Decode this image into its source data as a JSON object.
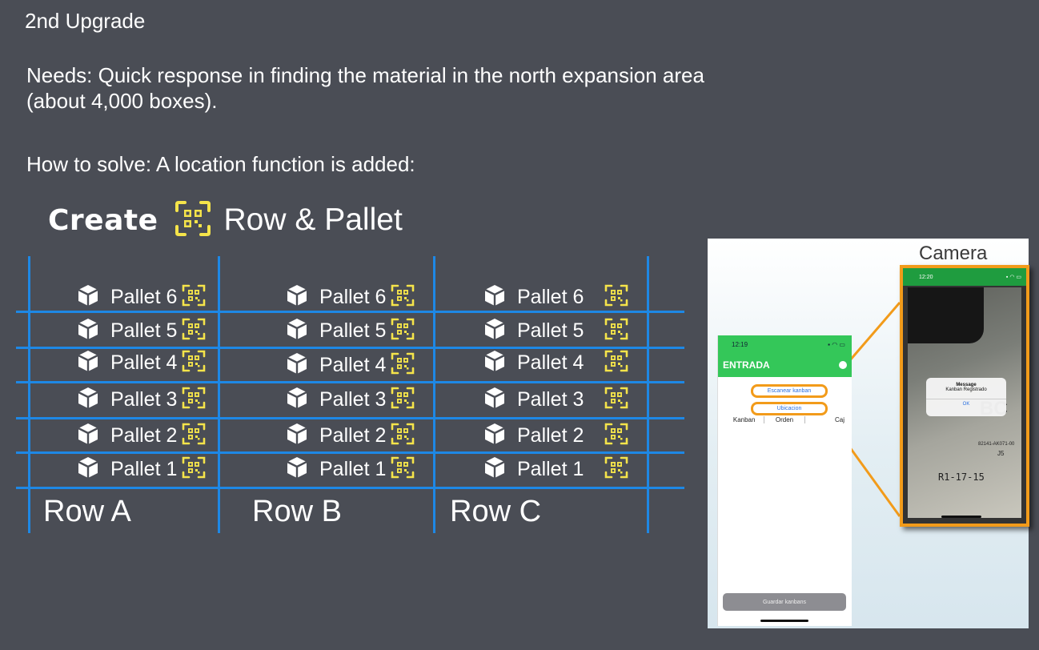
{
  "slide": {
    "title": "2nd Upgrade",
    "needs": "Needs: Quick response in finding the material in the north expansion area (about 4,000 boxes).",
    "how": "How to solve: A location function is added:"
  },
  "header": {
    "bold": "Create",
    "rest": "Row & Pallet",
    "icon": "qr-scan-icon",
    "icon_color": "#f5e44a"
  },
  "grid": {
    "line_color": "#1e88e5",
    "rows": [
      {
        "label": "Row A",
        "pallets": [
          "Pallet 6",
          "Pallet 5",
          "Pallet 4",
          "Pallet 3",
          "Pallet 2",
          "Pallet 1"
        ]
      },
      {
        "label": "Row B",
        "pallets": [
          "Pallet 6",
          "Pallet 5",
          "Pallet 4",
          "Pallet 3",
          "Pallet 2",
          "Pallet 1"
        ]
      },
      {
        "label": "Row C",
        "pallets": [
          "Pallet 6",
          "Pallet 5",
          "Pallet 4",
          "Pallet 3",
          "Pallet 2",
          "Pallet 1"
        ]
      }
    ],
    "box_icon": "box-icon"
  },
  "camera": {
    "label": "Camera",
    "time": "12:20",
    "message_title": "Message",
    "message_body": "Kanban Registrado",
    "message_ok": "OK",
    "part_number": "82141-AK071-00",
    "part_code": "J5",
    "location_label": "R1-17-15",
    "partial_text": "BC"
  },
  "app": {
    "time": "12:19",
    "title": "ENTRADA",
    "scan_button": "Escanear kanban",
    "location_button": "Ubicacion",
    "columns": [
      "Kanban",
      "Orden",
      "Caj"
    ],
    "save_button": "Guardar kanbans",
    "highlight_color": "#f29b1a",
    "bar_color": "#34c759"
  }
}
